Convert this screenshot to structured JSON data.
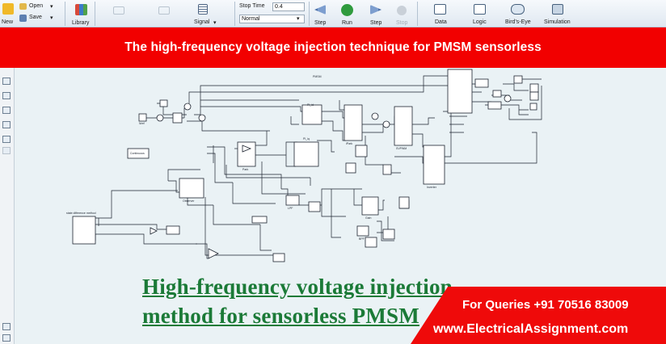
{
  "toolbar": {
    "new_label": "New",
    "open_label": "Open",
    "save_label": "Save",
    "library_label": "Library",
    "signal_label": "Signal",
    "stop_time_label": "Stop Time",
    "stop_time_value": "0.4",
    "mode_value": "Normal",
    "step_back_label": "Step",
    "run_label": "Run",
    "step_forward_label": "Step",
    "stop_label": "Stop",
    "data_label": "Data",
    "logic_label": "Logic",
    "birds_eye_label": "Bird's-Eye",
    "simulation_label": "Simulation"
  },
  "banner": {
    "title": "The high-frequency voltage injection technique for PMSM sensorless"
  },
  "diagram": {
    "blocks": [
      {
        "label": "PMSM"
      },
      {
        "label": "PI_id"
      },
      {
        "label": "PI_iq"
      },
      {
        "label": "Park"
      },
      {
        "label": "iPark"
      },
      {
        "label": "SVPWM"
      },
      {
        "label": "Inverter"
      },
      {
        "label": "Observer"
      },
      {
        "label": "LPF"
      },
      {
        "label": "BPF"
      },
      {
        "label": "Gain"
      },
      {
        "label": "Continuous"
      }
    ],
    "observer_caption": "state difference method",
    "ref_label": "Nref"
  },
  "overlay": {
    "line1": "High-frequency voltage injection",
    "line2": "method for sensorless PMSM"
  },
  "contact": {
    "queries": "For Queries +91 70516 83009",
    "website": "www.ElectricalAssignment.com"
  },
  "colors": {
    "banner": "#f20000",
    "overlay_text": "#1b7a37",
    "diagram_lines": "#1d2430"
  }
}
